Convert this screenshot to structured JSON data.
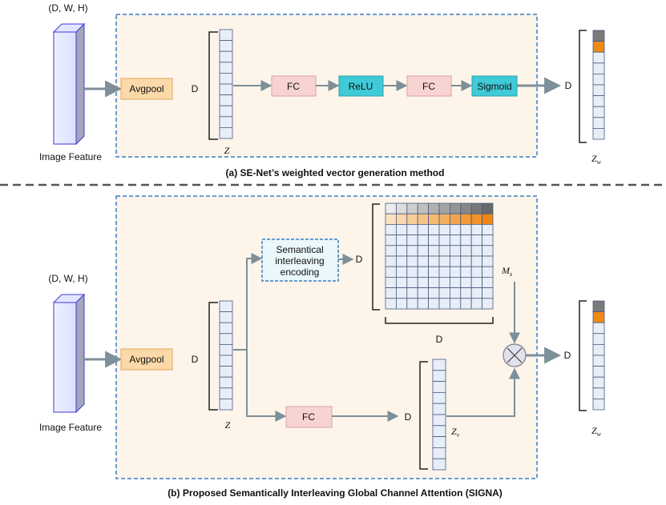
{
  "panel_a": {
    "input_dims": "(D, W, H)",
    "input_label": "Image Feature",
    "avgpool": "Avgpool",
    "dim_d": "D",
    "z_label": "Z",
    "fc1": "FC",
    "relu": "ReLU",
    "fc2": "FC",
    "sigmoid": "Sigmoid",
    "out_d": "D",
    "zw_main": "Z",
    "zw_sub": "w",
    "caption": "(a)  SE-Net’s weighted vector generation method"
  },
  "panel_b": {
    "input_dims": "(D, W, H)",
    "input_label": "Image Feature",
    "avgpool": "Avgpool",
    "dim_d": "D",
    "z_label": "Z",
    "encoding_line1": "Semantical",
    "encoding_line2": "interleaving",
    "encoding_line3": "encoding",
    "matrix_d_left": "D",
    "matrix_d_bottom": "D",
    "ms_main": "M",
    "ms_sub": "s",
    "fc": "FC",
    "zv_d": "D",
    "zv_main": "Z",
    "zv_sub": "v",
    "out_d": "D",
    "zw_main": "Z",
    "zw_sub": "w",
    "caption": "(b)  Proposed Semantically Interleaving Global Channel Attention (SIGNA)"
  },
  "colors": {
    "panel_bg": "#fdf4ea",
    "panel_border": "#3a7fc4",
    "avgpool": "#fcd9a8",
    "fc": "#f7d3d1",
    "relu_sigmoid": "#40c9d6",
    "vector_cell": "#e8eef8",
    "highlight_gray": "#7a7a7a",
    "highlight_orange": "#ef8a14",
    "arrow": "#7d8f98",
    "feature_front": "#e6e8ff",
    "feature_side": "#a5a5b8"
  }
}
